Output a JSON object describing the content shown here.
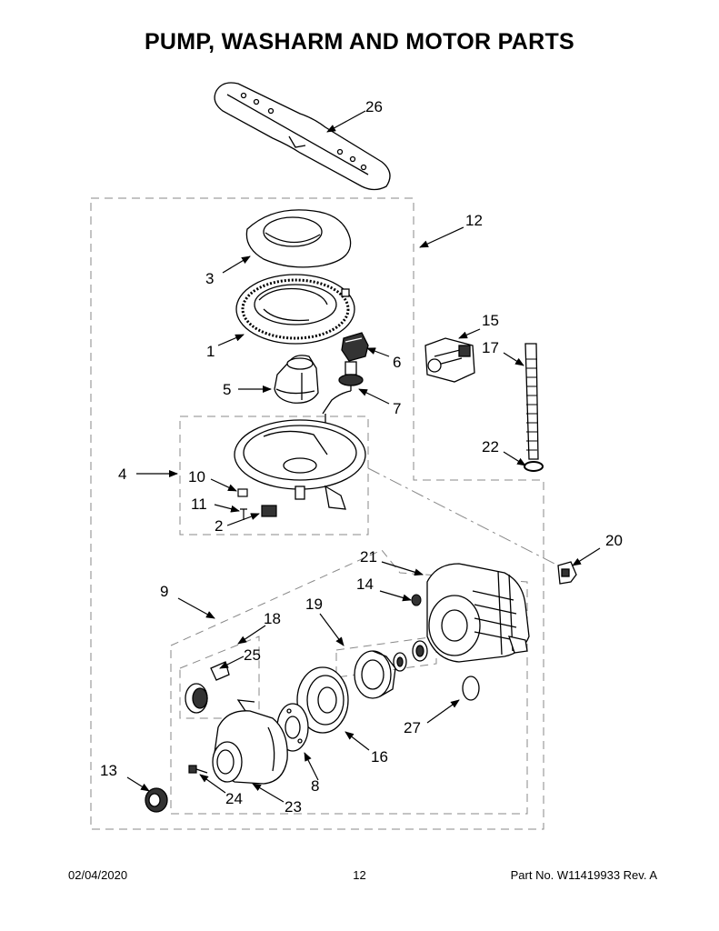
{
  "title": "PUMP, WASHARM AND MOTOR PARTS",
  "callouts": {
    "c1": "1",
    "c2": "2",
    "c3": "3",
    "c4": "4",
    "c5": "5",
    "c6": "6",
    "c7": "7",
    "c8": "8",
    "c9": "9",
    "c10": "10",
    "c11": "11",
    "c12": "12",
    "c13": "13",
    "c14": "14",
    "c15": "15",
    "c16": "16",
    "c17": "17",
    "c18": "18",
    "c19": "19",
    "c20": "20",
    "c21": "21",
    "c22": "22",
    "c23": "23",
    "c24": "24",
    "c25": "25",
    "c26": "26",
    "c27": "27"
  },
  "footer": {
    "date": "02/04/2020",
    "page": "12",
    "part_no": "Part No.  W11419933  Rev.  A"
  }
}
